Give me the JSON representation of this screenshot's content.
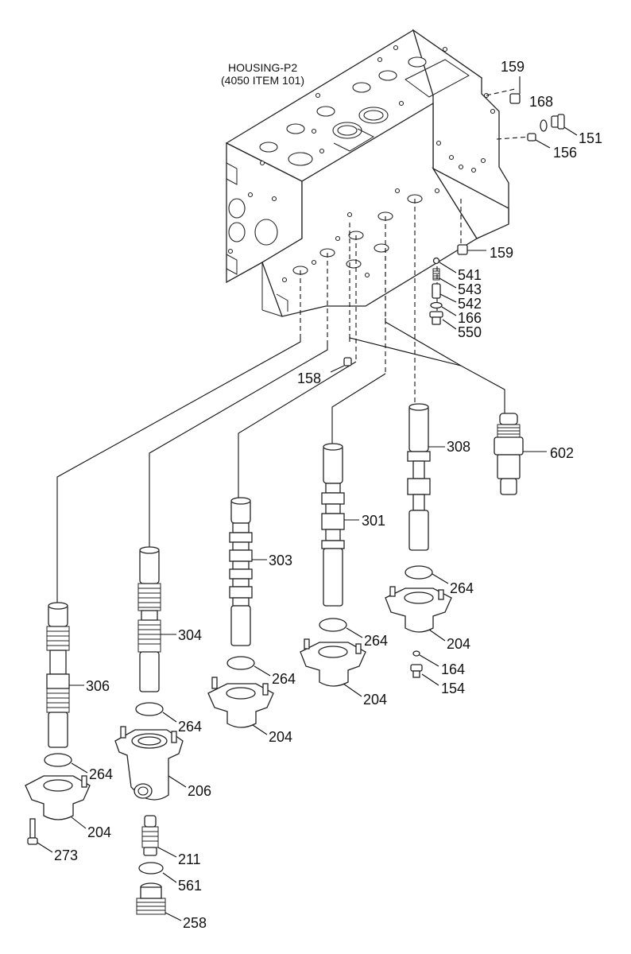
{
  "housing": {
    "title_line1": "HOUSING-P2",
    "title_line2": "(4050 ITEM 101)"
  },
  "callouts": {
    "p159_top": "159",
    "p168": "168",
    "p151": "151",
    "p156": "156",
    "p159_mid": "159",
    "p541": "541",
    "p543": "543",
    "p542": "542",
    "p166": "166",
    "p550": "550",
    "p158": "158",
    "p602": "602",
    "p308": "308",
    "p301": "301",
    "p303": "303",
    "p304": "304",
    "p306": "306",
    "p264_a": "264",
    "p204_a": "204",
    "p164": "164",
    "p154": "154",
    "p264_b": "264",
    "p204_b": "204",
    "p264_c": "264",
    "p204_c": "204",
    "p264_d": "264",
    "p206": "206",
    "p211": "211",
    "p561": "561",
    "p258": "258",
    "p264_e": "264",
    "p204_d": "204",
    "p273": "273"
  }
}
